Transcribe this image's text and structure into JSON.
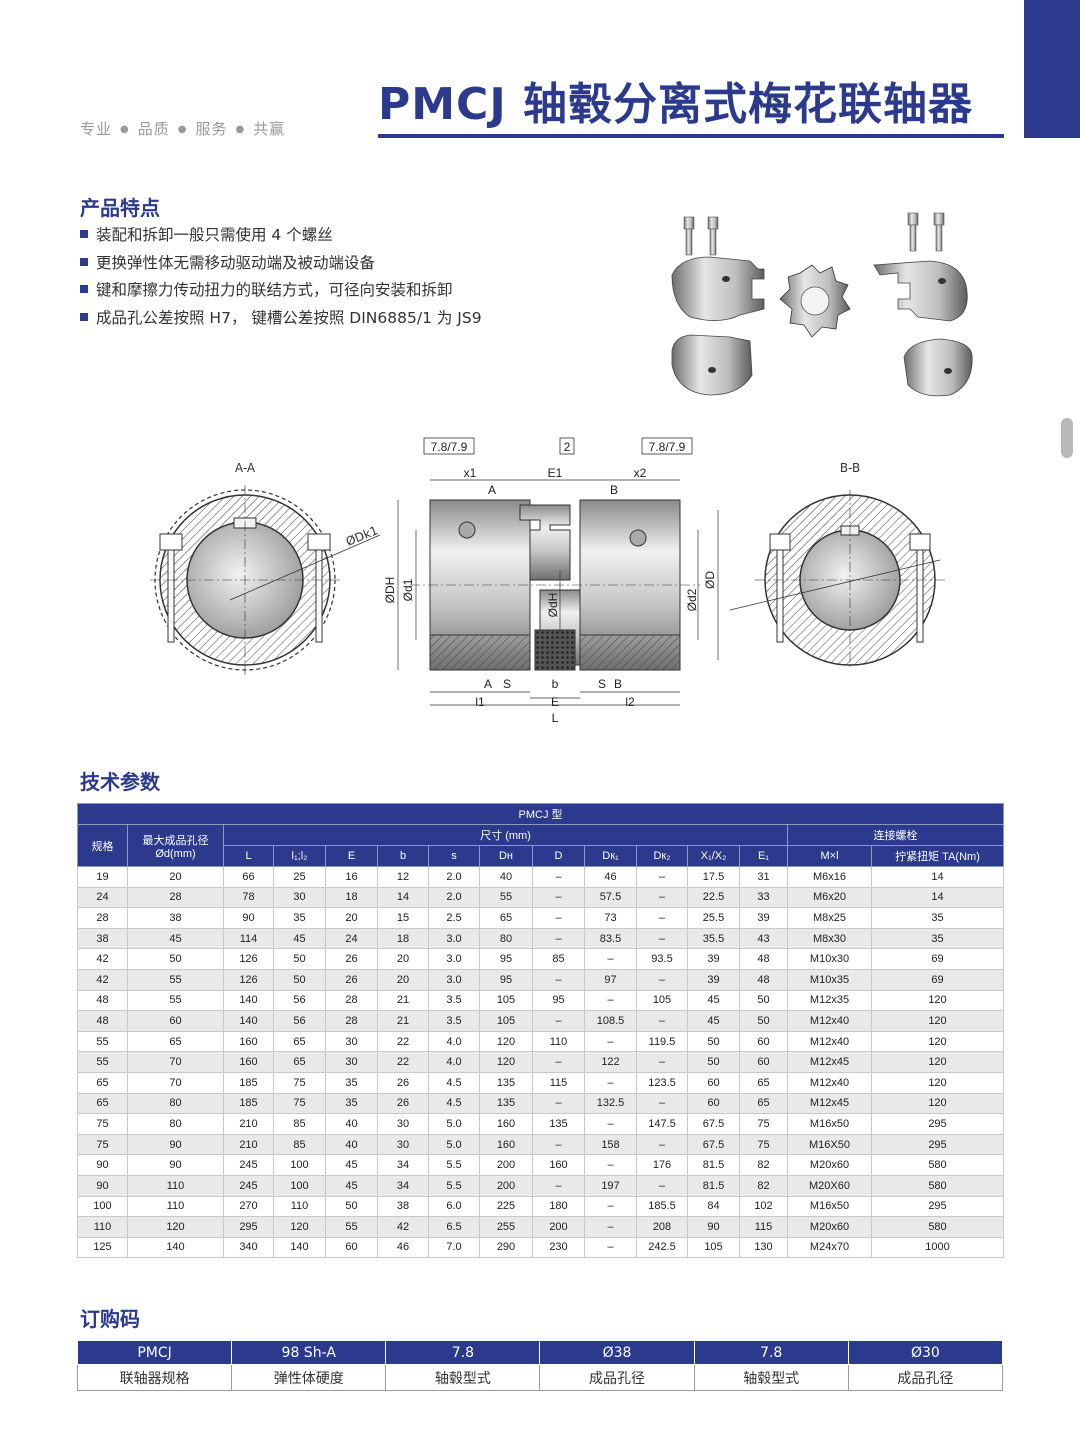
{
  "header": {
    "slogan": [
      "专业",
      "品质",
      "服务",
      "共赢"
    ],
    "title": "PMCJ 轴毂分离式梅花联轴器",
    "accent": "#2b3a8c"
  },
  "features": {
    "heading": "产品特点",
    "items": [
      "装配和拆卸一般只需使用 4 个螺丝",
      "更换弹性体无需移动驱动端及被动端设备",
      "键和摩擦力传动扭力的联结方式，可径向安装和拆卸",
      "成品孔公差按照 H7， 键槽公差按照 DIN6885/1 为 JS9"
    ]
  },
  "drawing": {
    "label_aa": "A-A",
    "label_bb": "B-B",
    "box_left": "7.8/7.9",
    "box_mid": "2",
    "box_right": "7.8/7.9",
    "dk1": "ØDk1",
    "dh": "ØDH",
    "d1": "Ød1",
    "dh2": "ØdH",
    "d2": "Ød2",
    "d": "ØD",
    "x1": "x1",
    "e1": "E1",
    "x2": "x2",
    "a": "A",
    "b": "B",
    "s": "S",
    "bb": "b",
    "l1": "l1",
    "e": "E",
    "l2": "l2",
    "l": "L"
  },
  "specs": {
    "heading": "技术参数",
    "table_title": "PMCJ 型",
    "col_size": "规格",
    "col_bore": "最大成品孔径",
    "col_bore_unit": "Ød(mm)",
    "group_dims": "尺寸 (mm)",
    "group_bolt": "连接螺栓",
    "sub_headers": [
      "L",
      "l₁;l₂",
      "E",
      "b",
      "s",
      "Dн",
      "D",
      "Dк₁",
      "Dк₂",
      "X₁/X₂",
      "E₁",
      "M×l",
      "拧紧扭矩 TA(Nm)"
    ],
    "rows": [
      [
        "19",
        "20",
        "66",
        "25",
        "16",
        "12",
        "2.0",
        "40",
        "–",
        "46",
        "–",
        "17.5",
        "31",
        "M6x16",
        "14"
      ],
      [
        "24",
        "28",
        "78",
        "30",
        "18",
        "14",
        "2.0",
        "55",
        "–",
        "57.5",
        "–",
        "22.5",
        "33",
        "M6x20",
        "14"
      ],
      [
        "28",
        "38",
        "90",
        "35",
        "20",
        "15",
        "2.5",
        "65",
        "–",
        "73",
        "–",
        "25.5",
        "39",
        "M8x25",
        "35"
      ],
      [
        "38",
        "45",
        "114",
        "45",
        "24",
        "18",
        "3.0",
        "80",
        "–",
        "83.5",
        "–",
        "35.5",
        "43",
        "M8x30",
        "35"
      ],
      [
        "42",
        "50",
        "126",
        "50",
        "26",
        "20",
        "3.0",
        "95",
        "85",
        "–",
        "93.5",
        "39",
        "48",
        "M10x30",
        "69"
      ],
      [
        "42",
        "55",
        "126",
        "50",
        "26",
        "20",
        "3.0",
        "95",
        "–",
        "97",
        "–",
        "39",
        "48",
        "M10x35",
        "69"
      ],
      [
        "48",
        "55",
        "140",
        "56",
        "28",
        "21",
        "3.5",
        "105",
        "95",
        "–",
        "105",
        "45",
        "50",
        "M12x35",
        "120"
      ],
      [
        "48",
        "60",
        "140",
        "56",
        "28",
        "21",
        "3.5",
        "105",
        "–",
        "108.5",
        "–",
        "45",
        "50",
        "M12x40",
        "120"
      ],
      [
        "55",
        "65",
        "160",
        "65",
        "30",
        "22",
        "4.0",
        "120",
        "110",
        "–",
        "119.5",
        "50",
        "60",
        "M12x40",
        "120"
      ],
      [
        "55",
        "70",
        "160",
        "65",
        "30",
        "22",
        "4.0",
        "120",
        "–",
        "122",
        "–",
        "50",
        "60",
        "M12x45",
        "120"
      ],
      [
        "65",
        "70",
        "185",
        "75",
        "35",
        "26",
        "4.5",
        "135",
        "115",
        "–",
        "123.5",
        "60",
        "65",
        "M12x40",
        "120"
      ],
      [
        "65",
        "80",
        "185",
        "75",
        "35",
        "26",
        "4.5",
        "135",
        "–",
        "132.5",
        "–",
        "60",
        "65",
        "M12x45",
        "120"
      ],
      [
        "75",
        "80",
        "210",
        "85",
        "40",
        "30",
        "5.0",
        "160",
        "135",
        "–",
        "147.5",
        "67.5",
        "75",
        "M16x50",
        "295"
      ],
      [
        "75",
        "90",
        "210",
        "85",
        "40",
        "30",
        "5.0",
        "160",
        "–",
        "158",
        "–",
        "67.5",
        "75",
        "M16X50",
        "295"
      ],
      [
        "90",
        "90",
        "245",
        "100",
        "45",
        "34",
        "5.5",
        "200",
        "160",
        "–",
        "176",
        "81.5",
        "82",
        "M20x60",
        "580"
      ],
      [
        "90",
        "110",
        "245",
        "100",
        "45",
        "34",
        "5.5",
        "200",
        "–",
        "197",
        "–",
        "81.5",
        "82",
        "M20X60",
        "580"
      ],
      [
        "100",
        "110",
        "270",
        "110",
        "50",
        "38",
        "6.0",
        "225",
        "180",
        "–",
        "185.5",
        "84",
        "102",
        "M16x50",
        "295"
      ],
      [
        "110",
        "120",
        "295",
        "120",
        "55",
        "42",
        "6.5",
        "255",
        "200",
        "–",
        "208",
        "90",
        "115",
        "M20x60",
        "580"
      ],
      [
        "125",
        "140",
        "340",
        "140",
        "60",
        "46",
        "7.0",
        "290",
        "230",
        "–",
        "242.5",
        "105",
        "130",
        "M24x70",
        "1000"
      ]
    ]
  },
  "order": {
    "heading": "订购码",
    "codes": [
      "PMCJ",
      "98 Sh-A",
      "7.8",
      "Ø38",
      "7.8",
      "Ø30"
    ],
    "labels": [
      "联轴器规格",
      "弹性体硬度",
      "轴毂型式",
      "成品孔径",
      "轴毂型式",
      "成品孔径"
    ]
  }
}
